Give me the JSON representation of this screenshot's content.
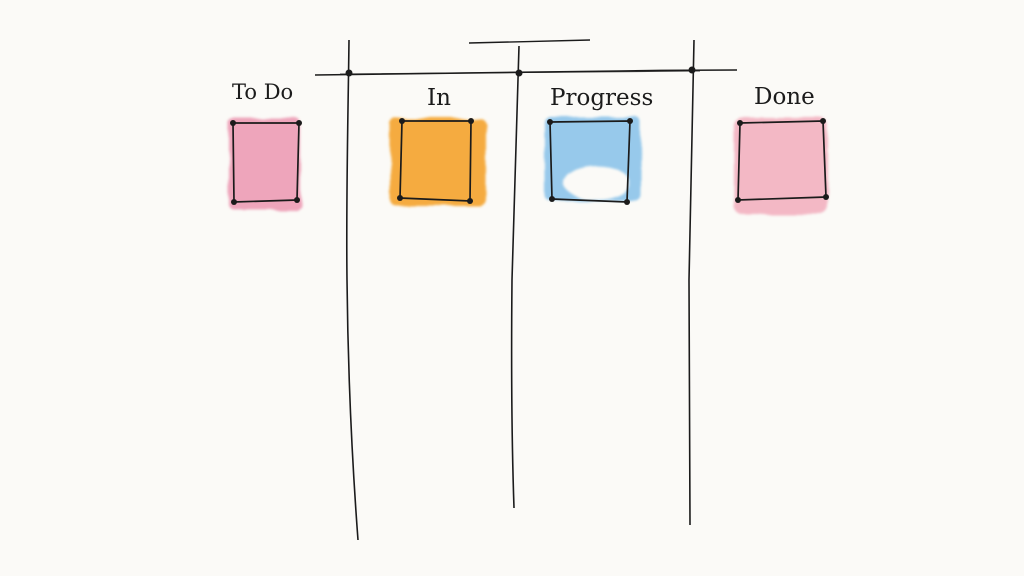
{
  "board": {
    "columns": [
      {
        "label": "To Do",
        "card_color": "#ec93ad"
      },
      {
        "label": "In",
        "card_color": "#f4a531"
      },
      {
        "label": "Progress",
        "card_color": "#8cc3ea"
      },
      {
        "label": "Done",
        "card_color": "#f2a9bb"
      }
    ]
  },
  "colors": {
    "background": "#fbfaf7",
    "ink": "#1b1b1b"
  }
}
